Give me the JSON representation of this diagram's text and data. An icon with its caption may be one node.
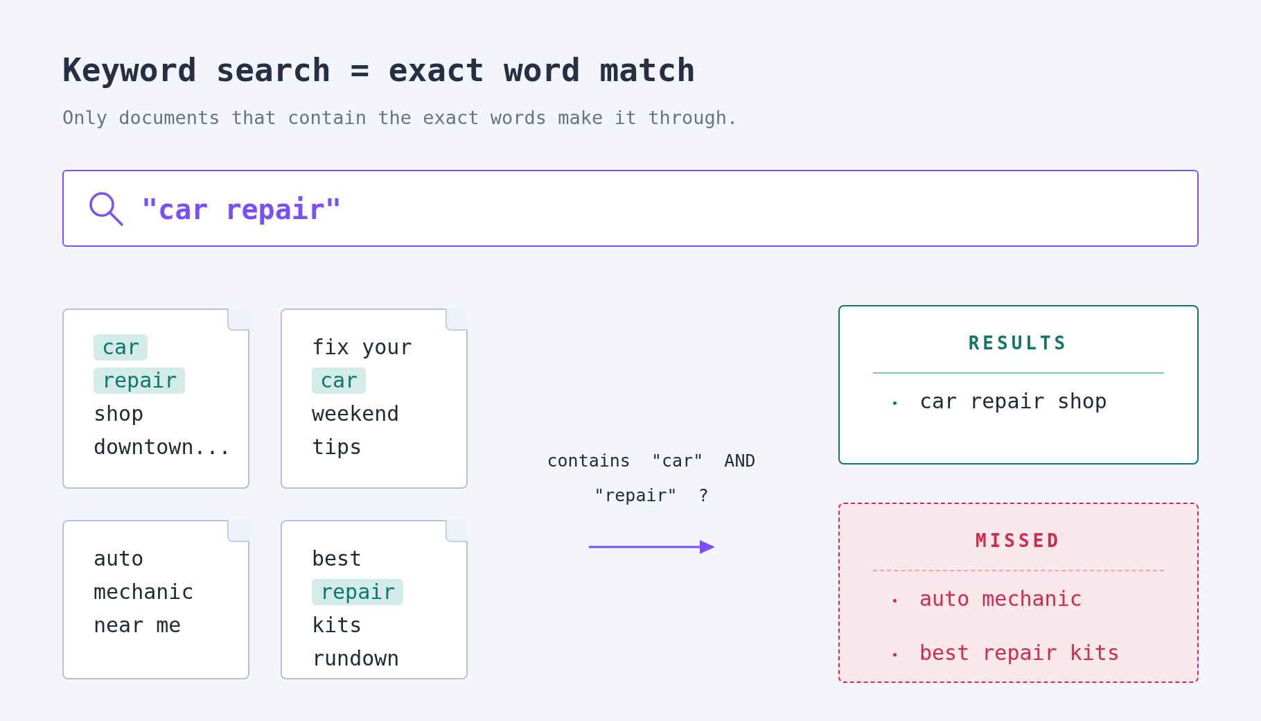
{
  "diagram": {
    "title": "Keyword search = exact word match",
    "nodes": [
      {
        "text": [
          "\"car repair\""
        ]
      },
      {
        "text": [
          "shop downtown..."
        ]
      },
      {
        "text": [
          "car"
        ],
        "in": 1
      },
      {
        "text": [
          "repair"
        ],
        "in": 1
      },
      {
        "text": [
          "fix your",
          "weekend tips"
        ]
      },
      {
        "text": [
          "car"
        ],
        "in": 4
      },
      {
        "text": [
          "auto mechanic near me"
        ]
      },
      {
        "text": [
          "best",
          "kits rundown"
        ]
      },
      {
        "text": [
          "repair"
        ],
        "in": 7
      },
      {
        "text": [
          "RESULTS",
          "car repair shop"
        ]
      },
      {
        "text": [
          "MISSED",
          "auto mechanic",
          "best repair kits"
        ]
      }
    ],
    "labels": [
      "Only documents that contain the exact words make it through.",
      "contains  \"car\"  AND  \"repair\"  ?"
    ]
  }
}
